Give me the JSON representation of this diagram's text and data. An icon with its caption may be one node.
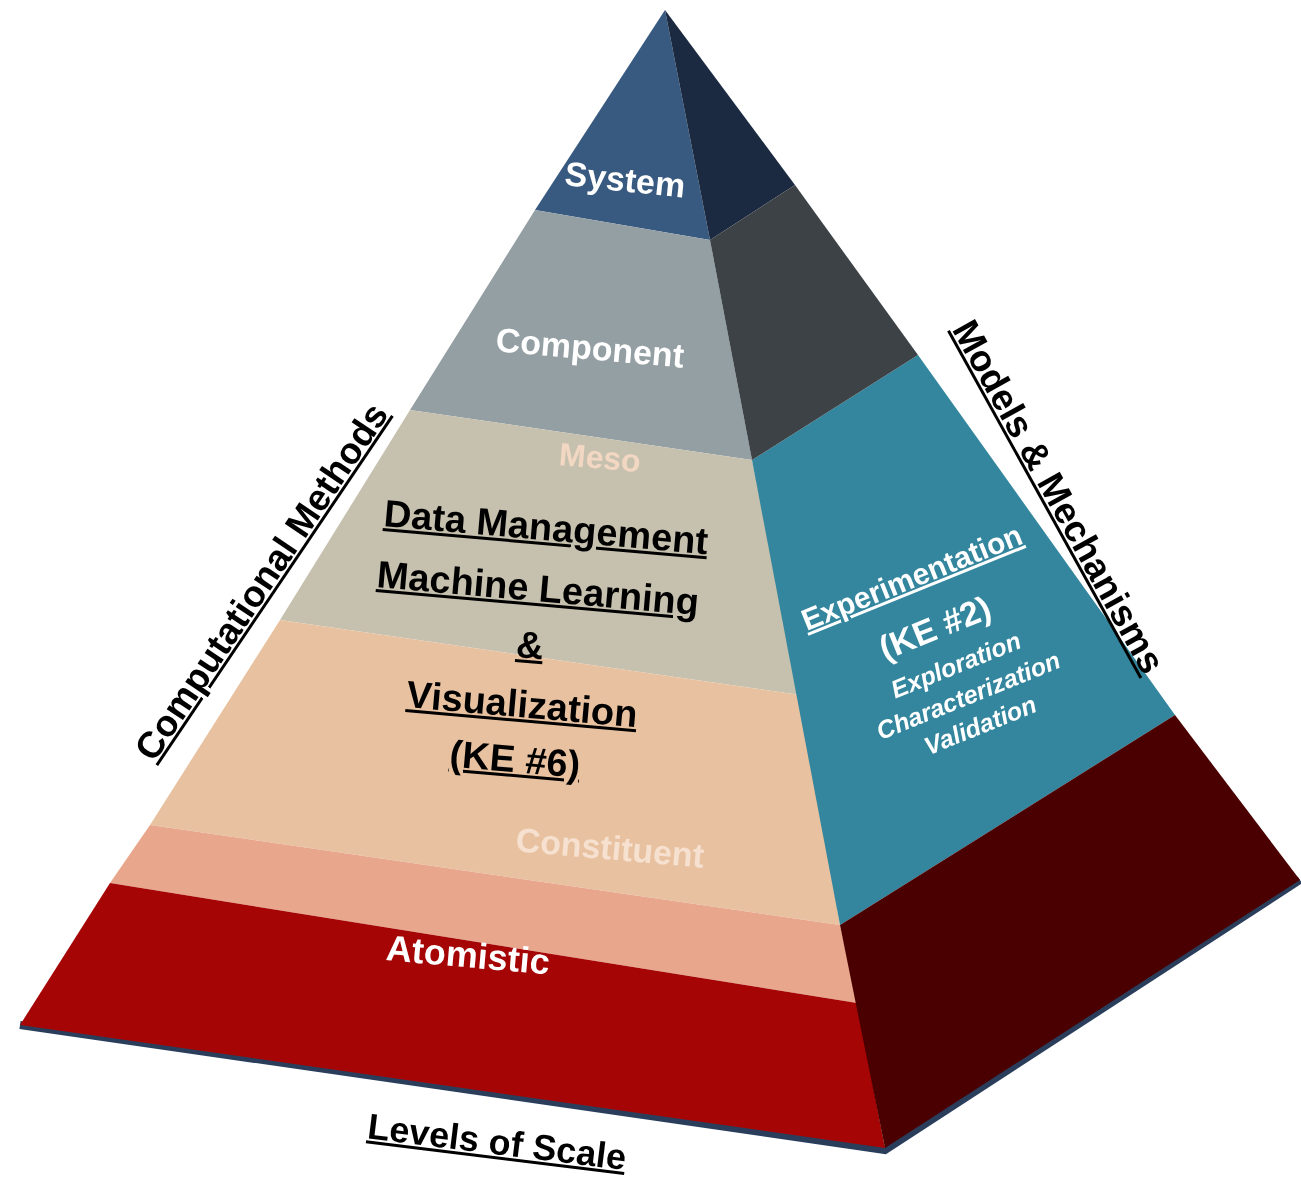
{
  "diagram": {
    "nodes": [
      {
        "text": [
          "System"
        ]
      },
      {
        "text": [
          "Component"
        ]
      },
      {
        "text": [
          "Meso"
        ]
      },
      {
        "text": [
          "Constituent"
        ]
      },
      {
        "text": [],
        "shape": "bar"
      },
      {
        "text": [
          "Atomistic"
        ]
      },
      {
        "text": [
          "Experimentation",
          "(KE #2)",
          "Exploration Characterization Validation"
        ]
      },
      {
        "text": [],
        "shape": "bar"
      },
      {
        "text": [],
        "shape": "bar"
      },
      {
        "text": [],
        "shape": "bar"
      }
    ],
    "edges": [],
    "labels": [
      "Computational Methods",
      "Data Management",
      "Machine Learning",
      "&",
      "Visualization",
      "(KE #6)",
      "Models & Mechanisms",
      "Levels of Scale"
    ]
  }
}
